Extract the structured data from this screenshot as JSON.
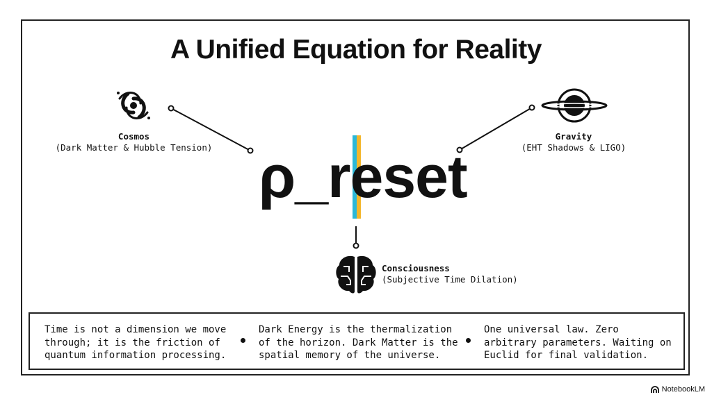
{
  "title": "A Unified Equation for Reality",
  "equation": "ρ_reset",
  "colors": {
    "cyan": "#2bb8d8",
    "yellow": "#f3b62b",
    "ink": "#111111"
  },
  "nodes": {
    "cosmos": {
      "title": "Cosmos",
      "subtitle": "(Dark Matter & Hubble Tension)",
      "icon": "galaxy-icon"
    },
    "gravity": {
      "title": "Gravity",
      "subtitle": "(EHT Shadows & LIGO)",
      "icon": "black-hole-icon"
    },
    "consciousness": {
      "title": "Consciousness",
      "subtitle": "(Subjective Time Dilation)",
      "icon": "brain-icon"
    }
  },
  "statements": [
    "Time is not a dimension we move\nthrough; it is the friction of\nquantum information processing.",
    "Dark Energy is the thermalization\nof the horizon. Dark Matter is the\nspatial memory of the universe.",
    "One universal law. Zero\narbitrary parameters. Waiting on\nEuclid for final validation."
  ],
  "brand": "NotebookLM"
}
